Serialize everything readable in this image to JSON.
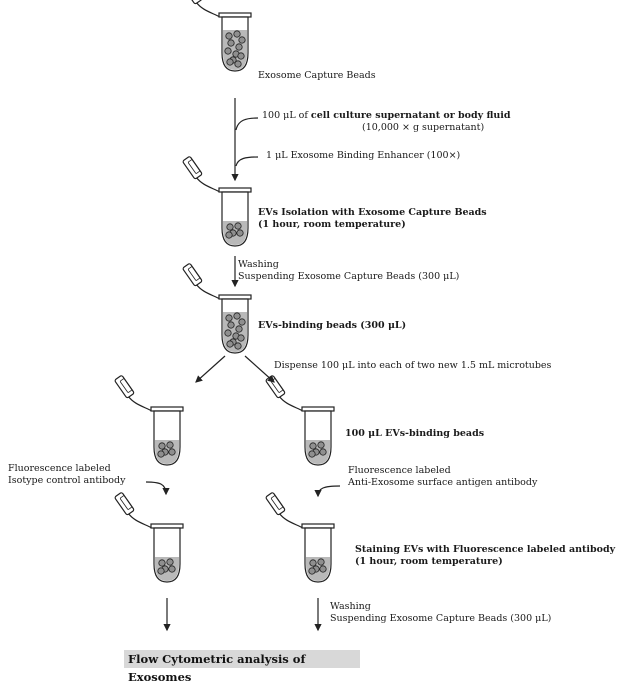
{
  "steps": {
    "capture_beads": "Exosome Capture Beads",
    "add_sample_prefix": "100 μL of ",
    "add_sample_bold": "cell culture supernatant or body fluid",
    "add_sample_note": "(10,000 × g supernatant)",
    "enhancer": "1 μL Exosome Binding Enhancer (100×)",
    "isolation_line1": "EVs Isolation with Exosome Capture Beads",
    "isolation_line2": "(1 hour, room temperature)",
    "washing1": "Washing",
    "suspending1": "Suspending Exosome Capture Beads (300 μL)",
    "binding_beads": "EVs-binding beads (300 μL)",
    "dispense": "Dispense 100 μL into each of two new 1.5 mL microtubes",
    "binding_100": "100 μL EVs-binding beads",
    "left_label1": "Fluorescence labeled",
    "left_label2": "Isotype control antibody",
    "right_label1": "Fluorescence labeled",
    "right_label2": "Anti-Exosome surface antigen antibody",
    "staining_line1": "Staining EVs with Fluorescence  labeled antibody",
    "staining_line2": "(1 hour, room temperature)",
    "washing2": "Washing",
    "suspending2": "Suspending Exosome Capture Beads (300 μL)",
    "final": "Flow Cytometric analysis of Exosomes"
  },
  "colors": {
    "tube_fill": "#b9b9b9",
    "bead_fill": "#8f8f8f",
    "outline": "#222222",
    "final_box": "#d8d8d8"
  }
}
